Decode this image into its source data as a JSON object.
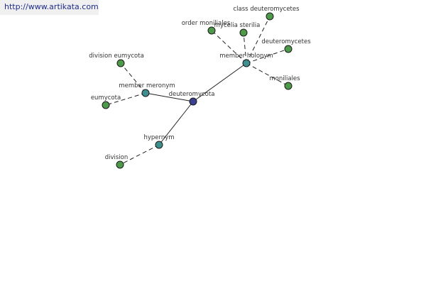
{
  "source_url": "http://www.artikata.com",
  "colors": {
    "center_node": "#3a3f8f",
    "relation_node": "#3f8f8f",
    "leaf_node": "#4f9a4a",
    "edge": "#222222",
    "node_border": "#1a1a1a"
  },
  "graph": {
    "center": {
      "label": "deuteromycota"
    },
    "relations": [
      {
        "label": "member meronym"
      },
      {
        "label": "member holonym"
      },
      {
        "label": "hypernym"
      }
    ],
    "leaves": [
      {
        "label": "class deuteromycetes"
      },
      {
        "label": "order moniliales"
      },
      {
        "label": "mycelia sterilia"
      },
      {
        "label": "deuteromycetes"
      },
      {
        "label": "moniliales"
      },
      {
        "label": "division eumycota"
      },
      {
        "label": "eumycota"
      },
      {
        "label": "division"
      }
    ]
  }
}
